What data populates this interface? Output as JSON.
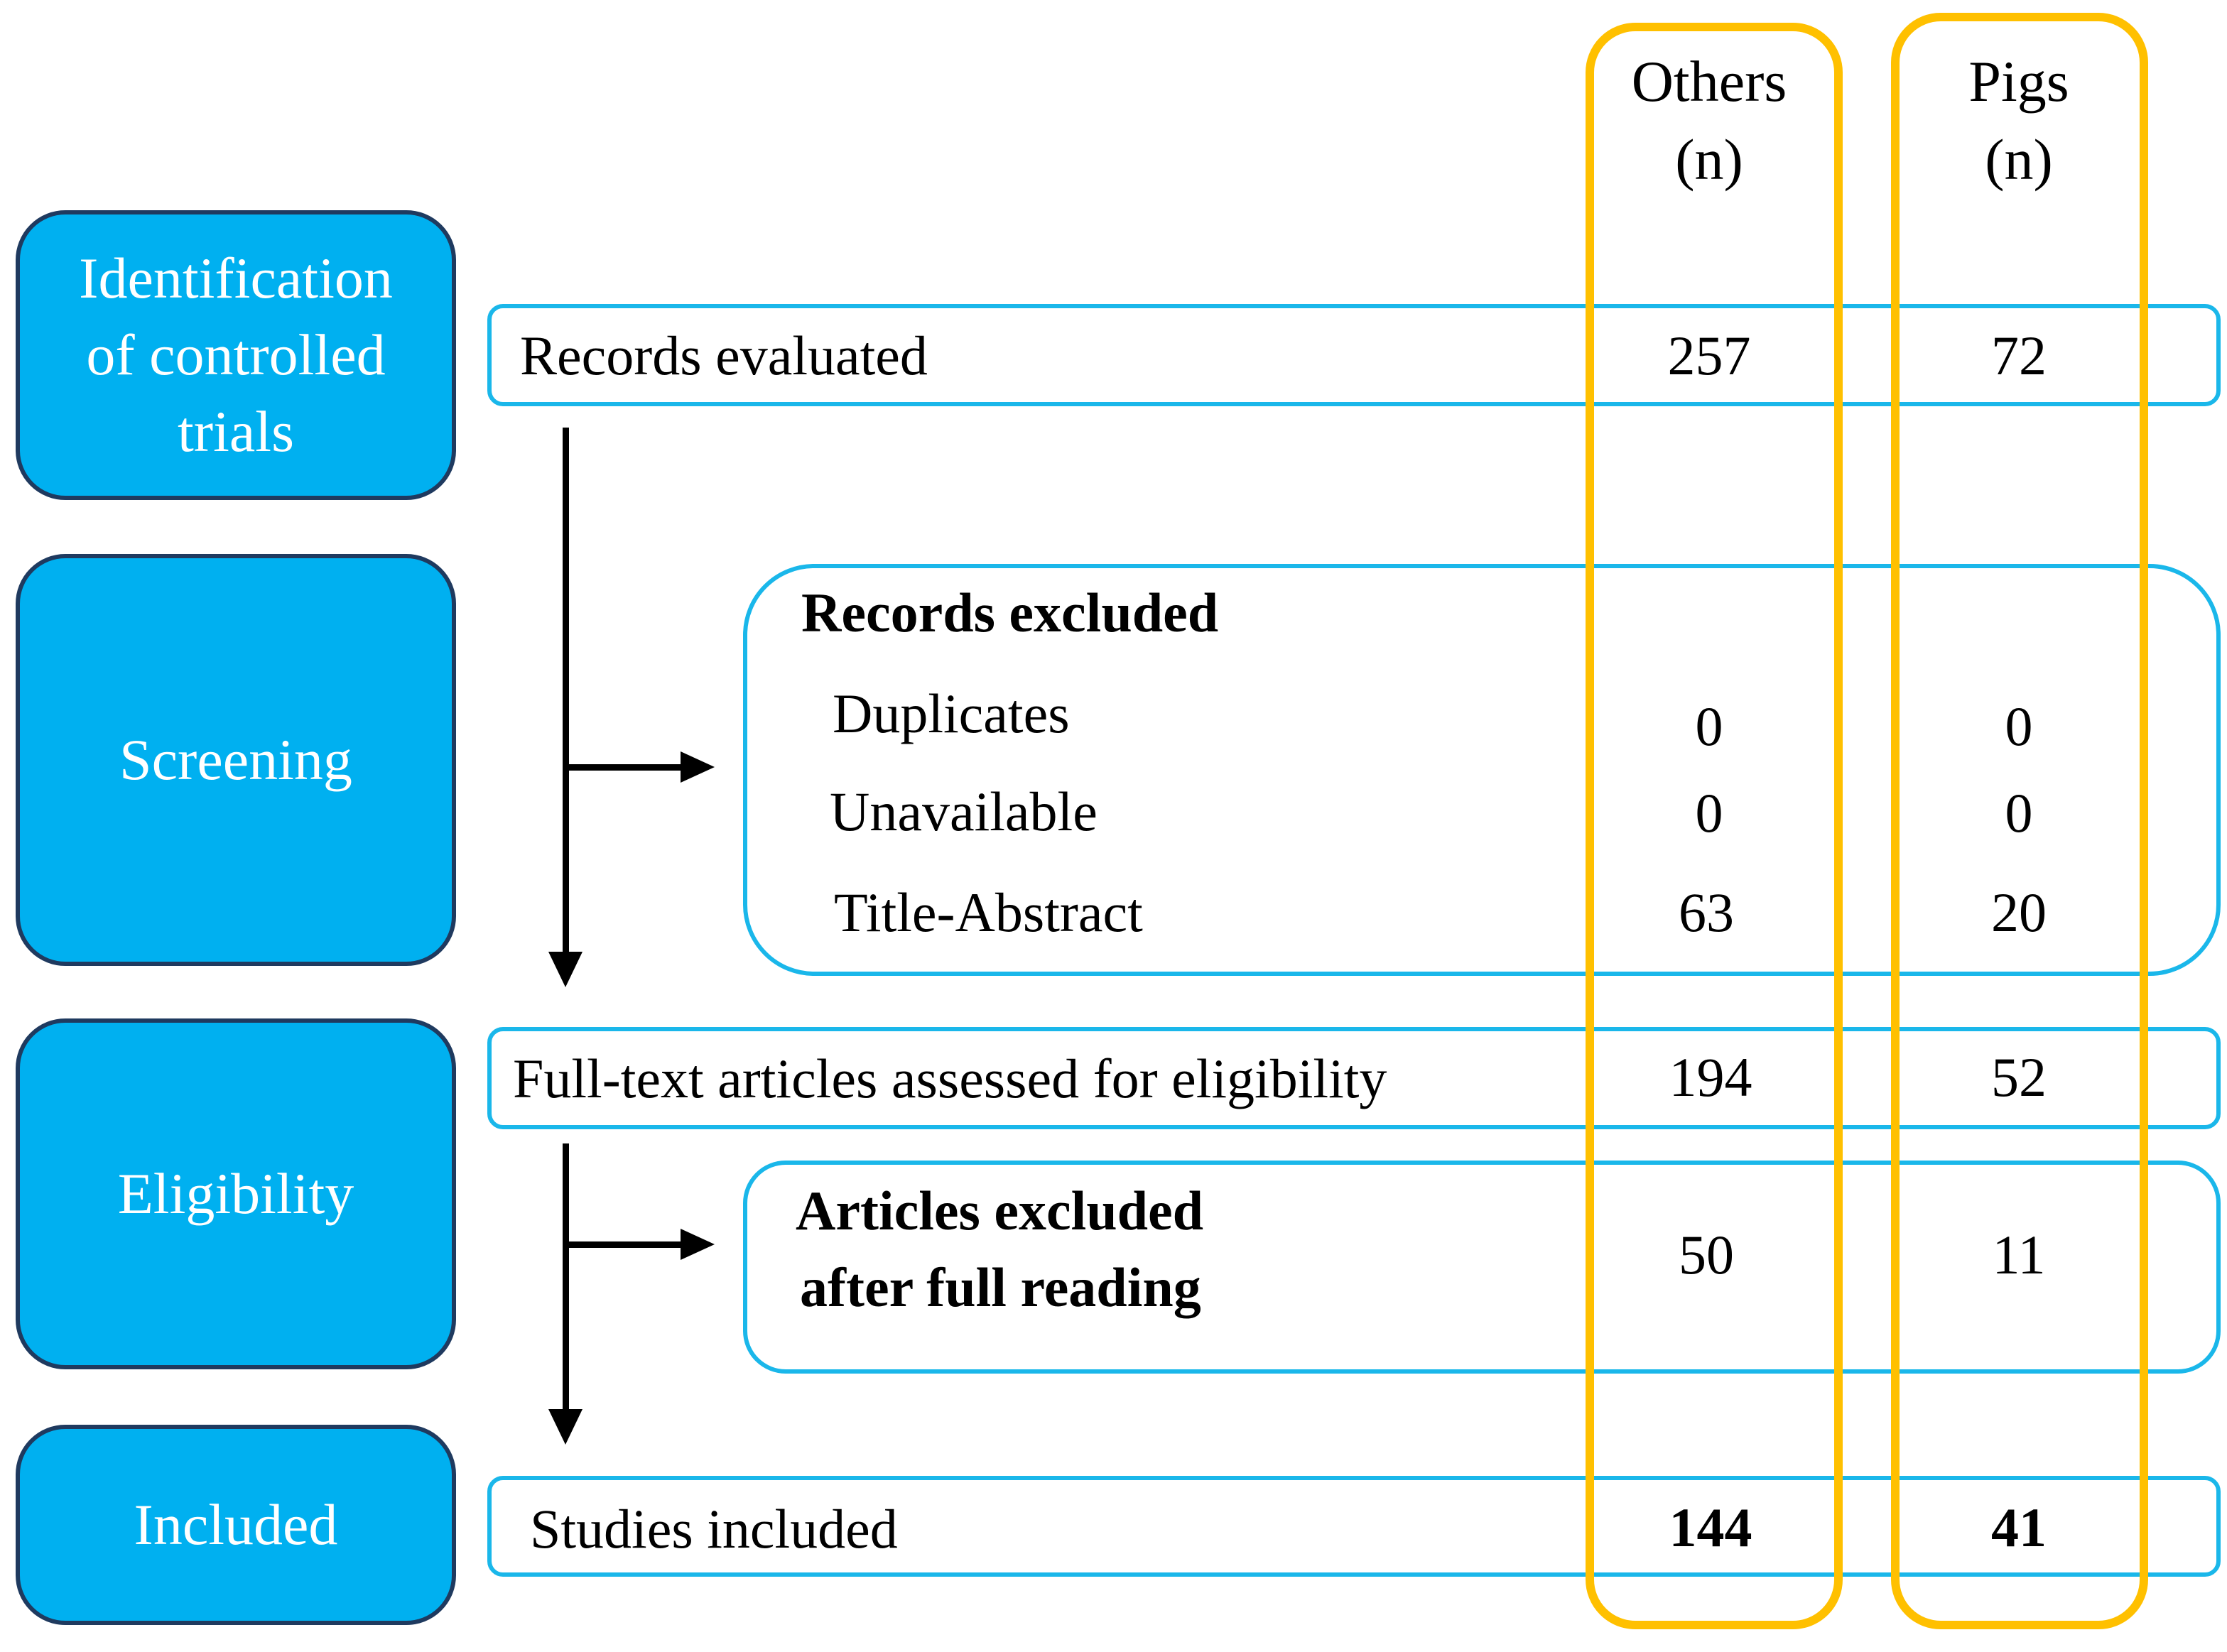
{
  "columns": {
    "others": {
      "name": "Others",
      "unit": "(n)"
    },
    "pigs": {
      "name": "Pigs",
      "unit": "(n)"
    }
  },
  "stages": {
    "identification": "Identification of controlled trials",
    "screening": "Screening",
    "eligibility": "Eligibility",
    "included": "Included"
  },
  "records_evaluated": {
    "label": "Records evaluated",
    "others": "257",
    "pigs": "72"
  },
  "records_excluded": {
    "title": "Records excluded",
    "rows": [
      {
        "label": "Duplicates",
        "others": "0",
        "pigs": "0"
      },
      {
        "label": "Unavailable",
        "others": "0",
        "pigs": "0"
      },
      {
        "label": "Title-Abstract",
        "others": "63",
        "pigs": "20"
      }
    ]
  },
  "full_text": {
    "label": "Full-text articles assessed for eligibility",
    "others": "194",
    "pigs": "52"
  },
  "articles_excluded": {
    "line1": "Articles excluded",
    "line2": "after full reading",
    "others": "50",
    "pigs": "11"
  },
  "studies_included": {
    "label": "Studies included",
    "others": "144",
    "pigs": "41"
  },
  "colors": {
    "stage_fill": "#00b0f0",
    "stage_border": "#1f3a5f",
    "box_border": "#1ab7ea",
    "column_outline": "#ffc000"
  }
}
